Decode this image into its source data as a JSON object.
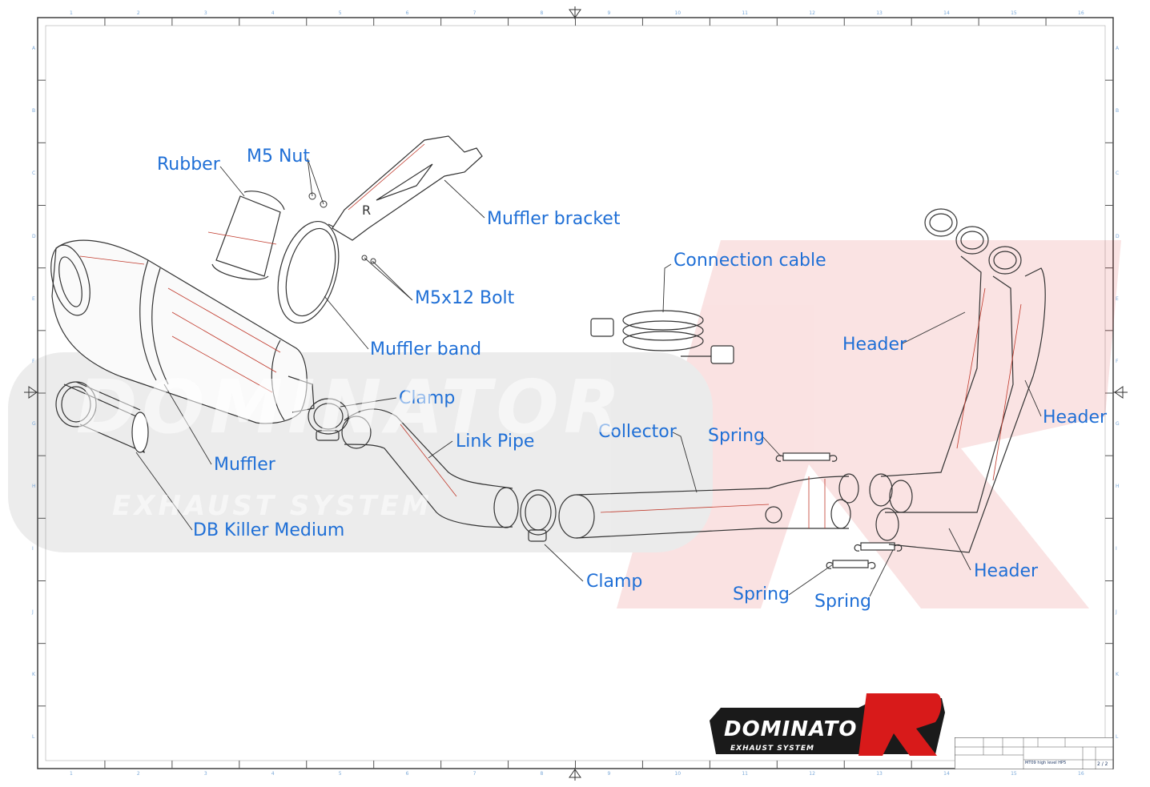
{
  "labels": {
    "rubber": "Rubber",
    "m5_nut": "M5 Nut",
    "muffler_bracket": "Muffler bracket",
    "connection_cable": "Connection cable",
    "m5x12_bolt": "M5x12 Bolt",
    "muffler_band": "Muffler band",
    "header_1": "Header",
    "header_2": "Header",
    "header_3": "Header",
    "clamp_1": "Clamp",
    "clamp_2": "Clamp",
    "link_pipe": "Link Pipe",
    "collector": "Collector",
    "spring_1": "Spring",
    "spring_2": "Spring",
    "spring_3": "Spring",
    "muffler": "Muffler",
    "db_killer": "DB Killer Medium"
  },
  "watermark": {
    "brand": "DOMINATOR",
    "tagline": "EXHAUST SYSTEM"
  },
  "logo": {
    "brand": "DOMINATO",
    "letter": "R",
    "tagline": "EXHAUST SYSTEM"
  },
  "title_block": {
    "model": "MT09 high level HP5",
    "sheet": "2 / 2"
  },
  "ruler": {
    "columns": [
      "1",
      "2",
      "3",
      "4",
      "5",
      "6",
      "7",
      "8",
      "9",
      "10",
      "11",
      "12",
      "13",
      "14",
      "15",
      "16"
    ],
    "rows": [
      "A",
      "B",
      "C",
      "D",
      "E",
      "F",
      "G",
      "H",
      "I",
      "J",
      "K",
      "L"
    ]
  },
  "colors": {
    "label": "#1f6fd6",
    "line": "#333333",
    "accent": "#c0392b",
    "logo_red": "#d81a1a"
  }
}
